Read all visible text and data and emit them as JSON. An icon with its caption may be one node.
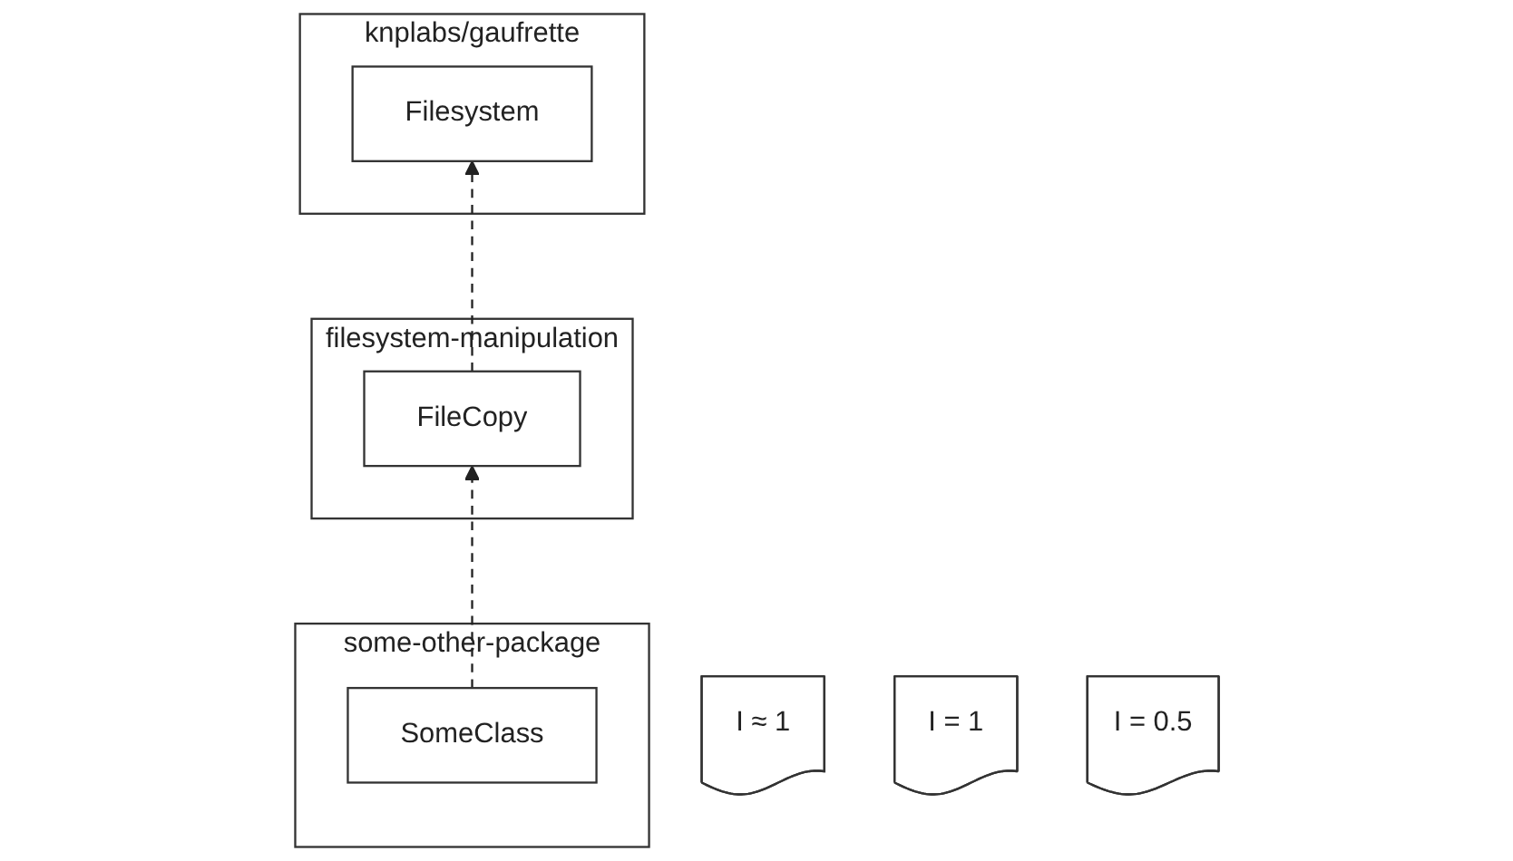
{
  "diagram": {
    "nodes": [
      {
        "text": [
          "knplabs/gaufrette"
        ]
      },
      {
        "text": [
          "Filesystem"
        ],
        "in": 0
      },
      {
        "text": [
          "I ≈ 1"
        ]
      },
      {
        "text": [
          "some-other-package"
        ]
      },
      {
        "text": [
          "SomeClass"
        ],
        "in": 3
      },
      {
        "text": [
          "I = 1"
        ]
      },
      {
        "text": [
          "filesystem-manipulation"
        ]
      },
      {
        "text": [
          "FileCopy"
        ],
        "in": 6
      },
      {
        "text": [
          "I = 0.5"
        ]
      }
    ],
    "edges": [
      {
        "from": 7,
        "to": 1,
        "arrow": "to",
        "style": "dashed"
      },
      {
        "from": 4,
        "to": 7,
        "arrow": "to",
        "style": "dashed"
      }
    ]
  }
}
